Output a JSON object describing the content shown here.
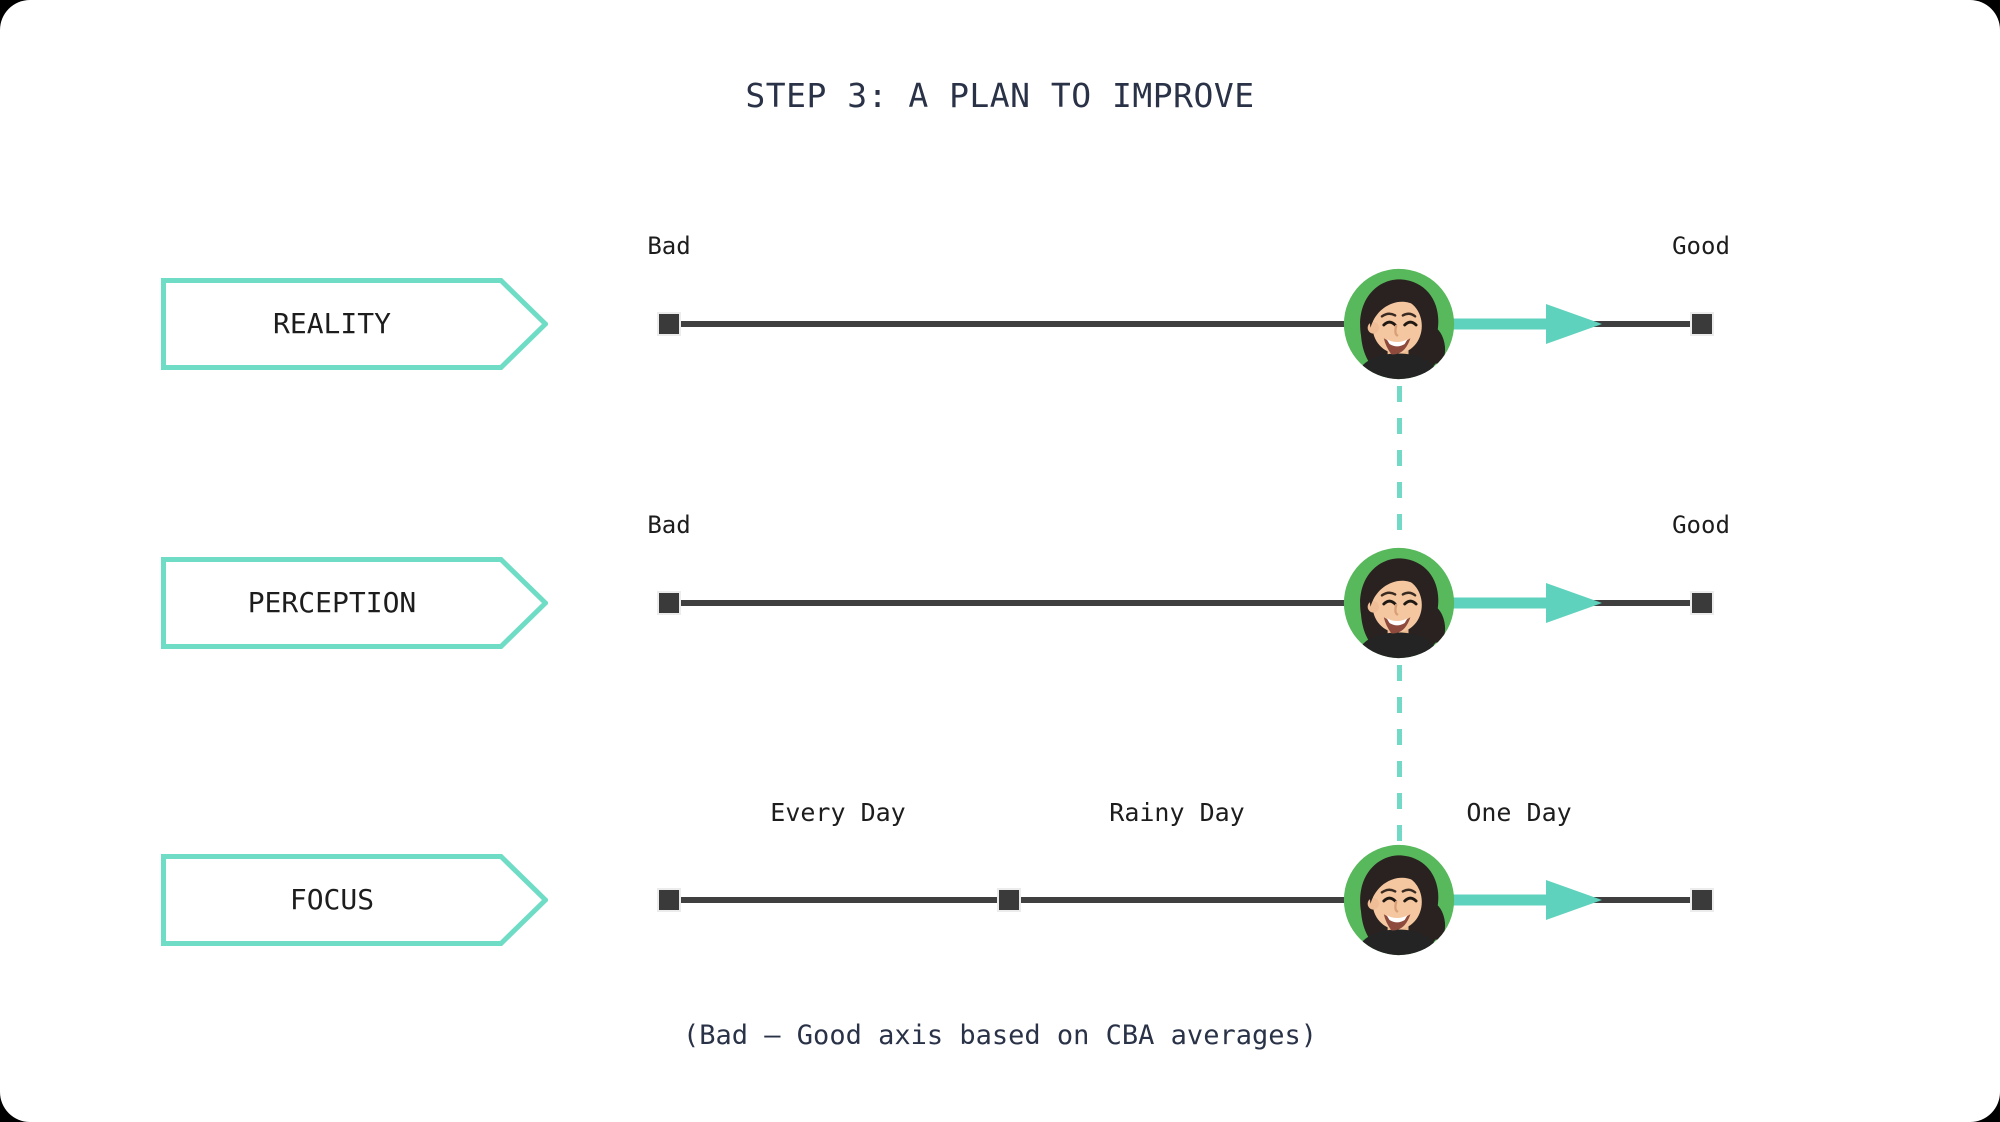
{
  "title": "STEP 3: A PLAN TO IMPROVE",
  "caption": "(Bad — Good axis based on CBA averages)",
  "rows": [
    {
      "label": "REALITY",
      "start_label": "Bad",
      "end_label": "Good"
    },
    {
      "label": "PERCEPTION",
      "start_label": "Bad",
      "end_label": "Good"
    },
    {
      "label": "FOCUS",
      "ticks": [
        "Every Day",
        "Rainy Day",
        "One Day"
      ]
    }
  ],
  "icons": {
    "avatar": "woman-face-avatar",
    "tag_shape": "arrow-pentagon",
    "marker": "square-endpoint",
    "pointer": "right-arrow"
  },
  "colors": {
    "teal_arrow": "#5FD2BD",
    "teal_border": "#6FDCC6",
    "teal_dash": "#72D9C7",
    "axis_line": "#3F3F3F",
    "marker_fill": "#3A3A3A",
    "heading_text": "#2A3247",
    "label_text": "#1D1D1D",
    "avatar_bg": "#58B85C",
    "card_bg": "#FFFFFF",
    "page_bg": "#000000"
  }
}
